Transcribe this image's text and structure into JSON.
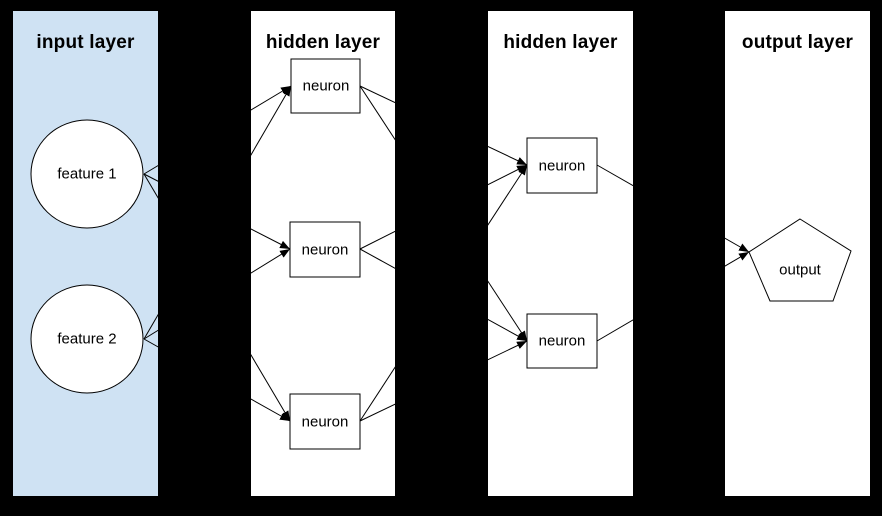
{
  "diagram": {
    "type": "neural-network-diagram",
    "colors": {
      "background": "#000000",
      "input_panel_bg": "#cfe2f3",
      "panel_bg": "#ffffff",
      "shape_fill": "#ffffff",
      "stroke": "#000000"
    },
    "layers": [
      {
        "title": "input layer",
        "nodes": [
          {
            "id": "f1",
            "label": "feature 1",
            "shape": "circle"
          },
          {
            "id": "f2",
            "label": "feature 2",
            "shape": "circle"
          }
        ]
      },
      {
        "title": "hidden layer",
        "nodes": [
          {
            "id": "h1n1",
            "label": "neuron",
            "shape": "rect"
          },
          {
            "id": "h1n2",
            "label": "neuron",
            "shape": "rect"
          },
          {
            "id": "h1n3",
            "label": "neuron",
            "shape": "rect"
          }
        ]
      },
      {
        "title": "hidden layer",
        "nodes": [
          {
            "id": "h2n1",
            "label": "neuron",
            "shape": "rect"
          },
          {
            "id": "h2n2",
            "label": "neuron",
            "shape": "rect"
          }
        ]
      },
      {
        "title": "output layer",
        "nodes": [
          {
            "id": "out",
            "label": "output",
            "shape": "pentagon"
          }
        ]
      }
    ],
    "edges": [
      {
        "from": "f1",
        "to": "h1n1"
      },
      {
        "from": "f1",
        "to": "h1n2"
      },
      {
        "from": "f1",
        "to": "h1n3"
      },
      {
        "from": "f2",
        "to": "h1n1"
      },
      {
        "from": "f2",
        "to": "h1n2"
      },
      {
        "from": "f2",
        "to": "h1n3"
      },
      {
        "from": "h1n1",
        "to": "h2n1"
      },
      {
        "from": "h1n1",
        "to": "h2n2"
      },
      {
        "from": "h1n2",
        "to": "h2n1"
      },
      {
        "from": "h1n2",
        "to": "h2n2"
      },
      {
        "from": "h1n3",
        "to": "h2n1"
      },
      {
        "from": "h1n3",
        "to": "h2n2"
      },
      {
        "from": "h2n1",
        "to": "out"
      },
      {
        "from": "h2n2",
        "to": "out"
      }
    ]
  }
}
